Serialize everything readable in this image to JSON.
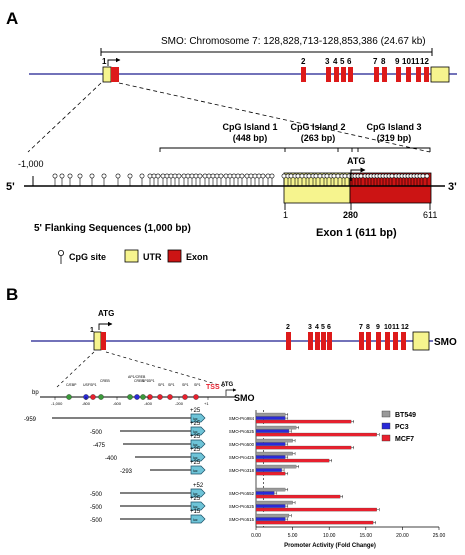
{
  "panelA": {
    "letter": "A",
    "gene_span_label": "SMO: Chromosome 7: 128,828,713-128,853,386 (24.67 kb)",
    "exon_numbers": [
      "1",
      "2",
      "3",
      "4",
      "5",
      "6",
      "7",
      "8",
      "9",
      "10",
      "11",
      "12"
    ],
    "cpg_islands": [
      {
        "title": "CpG Island 1",
        "size": "(448 bp)"
      },
      {
        "title": "CpG Island 2",
        "size": "(263 bp)"
      },
      {
        "title": "CpG Island 3",
        "size": "(319 bp)"
      }
    ],
    "start_label": "-1,000",
    "five_prime": "5'",
    "three_prime": "3'",
    "atg": "ATG",
    "positions": [
      "1",
      "280",
      "611"
    ],
    "flanking_label": "5' Flanking Sequences (1,000 bp)",
    "exon1_label": "Exon 1 (611 bp)",
    "legend": {
      "cpg": "CpG site",
      "utr": "UTR",
      "exon": "Exon"
    }
  },
  "panelB": {
    "letter": "B",
    "atg": "ATG",
    "exon_numbers": [
      "1",
      "2",
      "3",
      "4",
      "5",
      "6",
      "7",
      "8",
      "9",
      "10",
      "11",
      "12"
    ],
    "gene_name": "SMO",
    "tss_label": "TSS",
    "atg_small": "ATG",
    "smo_small": "SMO",
    "bp_label": "bp",
    "site_labels": [
      "C/EBP",
      "USF",
      "SP1",
      "CREB",
      "AP1/CREB",
      "CREB",
      "SP1",
      "SP1",
      "SP1",
      "SP1",
      "SP1",
      "SP1"
    ],
    "scale_ticks": [
      "-1,000",
      "-800",
      "-600",
      "-400",
      "-200",
      "+1"
    ],
    "luc_label": "luc",
    "constructs": [
      {
        "start": "-959",
        "end": "+25",
        "name": "SMO-Pro984"
      },
      {
        "start": "-500",
        "end": "+25",
        "name": "SMO-Pro525"
      },
      {
        "start": "-475",
        "end": "+25",
        "name": "SMO-Pro500"
      },
      {
        "start": "-400",
        "end": "+25",
        "name": "SMO-Pro425"
      },
      {
        "start": "-293",
        "end": "+25",
        "name": "SMO-Pro318"
      },
      {
        "start": "-500",
        "end": "+52",
        "name": "SMO-Pro552"
      },
      {
        "start": "-500",
        "end": "+25",
        "name": "SMO-Pro525"
      },
      {
        "start": "-500",
        "end": "+15",
        "name": "SMO-Pro515"
      }
    ],
    "series_labels": [
      "BT549",
      "PC3",
      "MCF7"
    ],
    "series_colors": [
      "#9a9a9a",
      "#2a2ad8",
      "#e8202e"
    ],
    "xaxis_title": "Promoter Activity (Fold Change)",
    "xaxis_ticks": [
      "0.00",
      "5.00",
      "10.00",
      "15.00",
      "20.00",
      "25.00"
    ]
  },
  "chart_data": {
    "type": "bar",
    "orientation": "horizontal",
    "categories": [
      "SMO-Pro984",
      "SMO-Pro525",
      "SMO-Pro500",
      "SMO-Pro425",
      "SMO-Pro318",
      "SMO-Pro552",
      "SMO-Pro525",
      "SMO-Pro515"
    ],
    "series": [
      {
        "name": "BT549",
        "values": [
          4.0,
          5.5,
          5.0,
          5.0,
          5.5,
          4.0,
          5.0,
          4.5
        ]
      },
      {
        "name": "PC3",
        "values": [
          4.0,
          4.5,
          4.0,
          4.0,
          3.5,
          2.5,
          4.0,
          4.0
        ]
      },
      {
        "name": "MCF7",
        "values": [
          13.0,
          16.5,
          13.0,
          10.0,
          4.0,
          11.5,
          16.5,
          16.0
        ]
      }
    ],
    "xlabel": "Promoter Activity (Fold Change)",
    "xlim": [
      0,
      25
    ],
    "xticks": [
      "0.00",
      "5.00",
      "10.00",
      "15.00",
      "20.00",
      "25.00"
    ],
    "colors": [
      "#9a9a9a",
      "#2a2ad8",
      "#e8202e"
    ],
    "legend_position": "right"
  }
}
